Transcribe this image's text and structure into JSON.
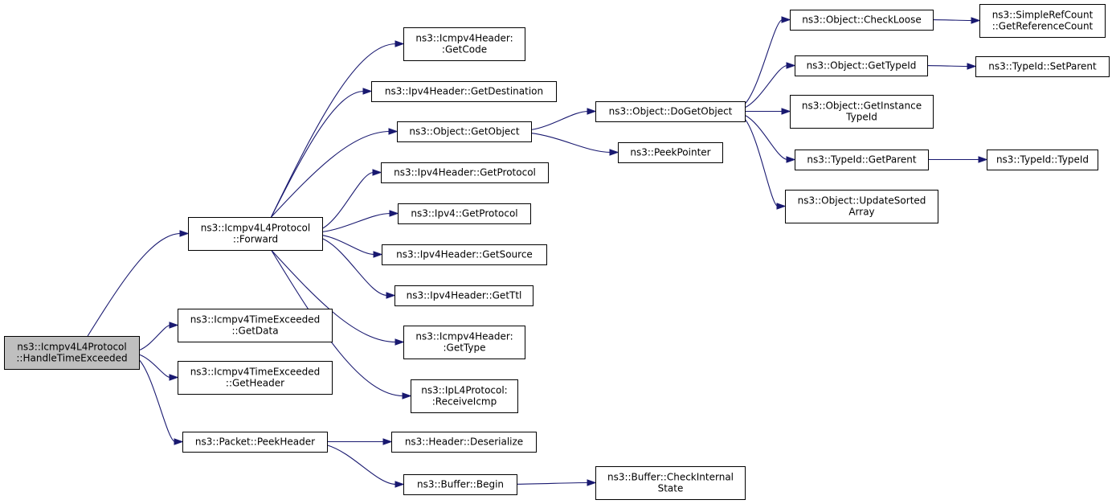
{
  "nodes": [
    {
      "id": "root",
      "lines": [
        "ns3::Icmpv4L4Protocol",
        "::HandleTimeExceeded"
      ],
      "root": true
    },
    {
      "id": "forward",
      "lines": [
        "ns3::Icmpv4L4Protocol",
        "::Forward"
      ]
    },
    {
      "id": "te_getdata",
      "lines": [
        "ns3::Icmpv4TimeExceeded",
        "::GetData"
      ]
    },
    {
      "id": "te_getheader",
      "lines": [
        "ns3::Icmpv4TimeExceeded",
        "::GetHeader"
      ]
    },
    {
      "id": "peekheader",
      "lines": [
        "ns3::Packet::PeekHeader"
      ]
    },
    {
      "id": "getcode",
      "lines": [
        "ns3::Icmpv4Header:",
        ":GetCode"
      ]
    },
    {
      "id": "getdest",
      "lines": [
        "ns3::Ipv4Header::GetDestination"
      ]
    },
    {
      "id": "getobject",
      "lines": [
        "ns3::Object::GetObject"
      ]
    },
    {
      "id": "ipv4h_getproto",
      "lines": [
        "ns3::Ipv4Header::GetProtocol"
      ]
    },
    {
      "id": "ipv4_getproto",
      "lines": [
        "ns3::Ipv4::GetProtocol"
      ]
    },
    {
      "id": "getsource",
      "lines": [
        "ns3::Ipv4Header::GetSource"
      ]
    },
    {
      "id": "getttl",
      "lines": [
        "ns3::Ipv4Header::GetTtl"
      ]
    },
    {
      "id": "gettype",
      "lines": [
        "ns3::Icmpv4Header:",
        ":GetType"
      ]
    },
    {
      "id": "receiveicmp",
      "lines": [
        "ns3::IpL4Protocol:",
        ":ReceiveIcmp"
      ]
    },
    {
      "id": "deserialize",
      "lines": [
        "ns3::Header::Deserialize"
      ]
    },
    {
      "id": "buf_begin",
      "lines": [
        "ns3::Buffer::Begin"
      ]
    },
    {
      "id": "dogetobject",
      "lines": [
        "ns3::Object::DoGetObject"
      ]
    },
    {
      "id": "peekpointer",
      "lines": [
        "ns3::PeekPointer"
      ]
    },
    {
      "id": "checkinternal",
      "lines": [
        "ns3::Buffer::CheckInternal",
        "State"
      ]
    },
    {
      "id": "checkloose",
      "lines": [
        "ns3::Object::CheckLoose"
      ]
    },
    {
      "id": "obj_gettypeid",
      "lines": [
        "ns3::Object::GetTypeId"
      ]
    },
    {
      "id": "getinstance",
      "lines": [
        "ns3::Object::GetInstance",
        "TypeId"
      ]
    },
    {
      "id": "getparent",
      "lines": [
        "ns3::TypeId::GetParent"
      ]
    },
    {
      "id": "updatesorted",
      "lines": [
        "ns3::Object::UpdateSorted",
        "Array"
      ]
    },
    {
      "id": "getrefcount",
      "lines": [
        "ns3::SimpleRefCount",
        "::GetReferenceCount"
      ]
    },
    {
      "id": "setparent",
      "lines": [
        "ns3::TypeId::SetParent"
      ]
    },
    {
      "id": "typeid",
      "lines": [
        "ns3::TypeId::TypeId"
      ]
    }
  ],
  "edges": [
    [
      "root",
      "forward"
    ],
    [
      "root",
      "te_getdata"
    ],
    [
      "root",
      "te_getheader"
    ],
    [
      "root",
      "peekheader"
    ],
    [
      "forward",
      "getcode"
    ],
    [
      "forward",
      "getdest"
    ],
    [
      "forward",
      "getobject"
    ],
    [
      "forward",
      "ipv4h_getproto"
    ],
    [
      "forward",
      "ipv4_getproto"
    ],
    [
      "forward",
      "getsource"
    ],
    [
      "forward",
      "getttl"
    ],
    [
      "forward",
      "gettype"
    ],
    [
      "forward",
      "receiveicmp"
    ],
    [
      "peekheader",
      "deserialize"
    ],
    [
      "peekheader",
      "buf_begin"
    ],
    [
      "getobject",
      "dogetobject"
    ],
    [
      "getobject",
      "peekpointer"
    ],
    [
      "buf_begin",
      "checkinternal"
    ],
    [
      "dogetobject",
      "checkloose"
    ],
    [
      "dogetobject",
      "obj_gettypeid"
    ],
    [
      "dogetobject",
      "getinstance"
    ],
    [
      "dogetobject",
      "getparent"
    ],
    [
      "dogetobject",
      "updatesorted"
    ],
    [
      "checkloose",
      "getrefcount"
    ],
    [
      "obj_gettypeid",
      "setparent"
    ],
    [
      "getparent",
      "typeid"
    ]
  ]
}
